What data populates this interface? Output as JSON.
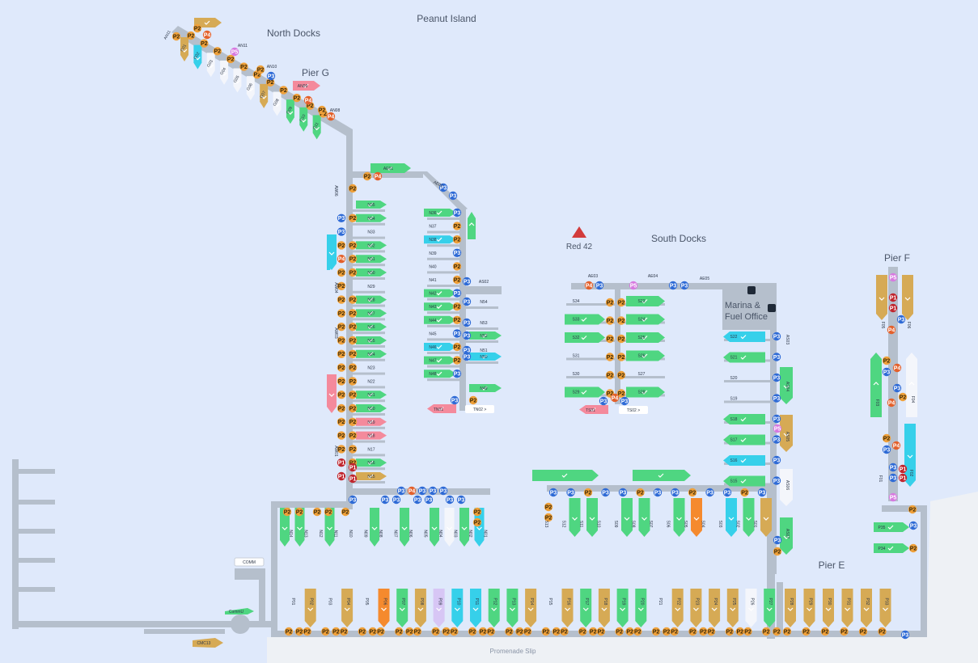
{
  "labels": {
    "peanut_island": "Peanut Island",
    "north_docks": "North Docks",
    "pier_g": "Pier G",
    "south_docks": "South Docks",
    "pier_f": "Pier F",
    "pier_e": "Pier E",
    "red42": "Red 42",
    "marina_office_line1": "Marina &",
    "marina_office_line2": "Fuel Office",
    "promenade": "Promenade Slip",
    "comm": "COMM",
    "commu": "CommU",
    "cmc": "CMC13"
  },
  "colors": {
    "water": "#dfe9fb",
    "dock": "#b5bfcc",
    "land": "#eef1f5",
    "green": "#4fd681",
    "cyan": "#36d0ea",
    "gold": "#d6aa55",
    "pink": "#f48a9c",
    "orange": "#f58a2e",
    "lavender": "#d7c6f5",
    "white": "#f4f6fb",
    "p1": "#c0262e",
    "p2": "#f0a13a",
    "p3": "#2f6bd6",
    "p4": "#e3602b",
    "p5": "#d77ae0"
  },
  "pier_dock_labels": {
    "north_left": [
      "N35",
      "N34",
      "N33",
      "N32",
      "N31",
      "N30",
      "N29",
      "N28",
      "N27",
      "N26",
      "N25",
      "N24",
      "N23",
      "N22",
      "N21",
      "N20",
      "N19",
      "N18",
      "N17",
      "N16",
      "N15"
    ],
    "north_right": [
      "N36",
      "N37",
      "N38",
      "N39",
      "N40",
      "N41",
      "N42",
      "N43",
      "N44",
      "N45",
      "N46",
      "N47",
      "N48"
    ],
    "north_right_far": [
      "AS02",
      "N54",
      "N53",
      "N52",
      "N51",
      "N50",
      "N49",
      "TN02"
    ],
    "south_left": [
      "S34",
      "S33",
      "S32",
      "S31",
      "S30",
      "S29"
    ],
    "south_right": [
      "S23",
      "S24",
      "S25",
      "S26",
      "S27",
      "S28"
    ],
    "south_far": [
      "S22",
      "S21",
      "S20",
      "S19",
      "S18",
      "S17",
      "S16",
      "S15"
    ],
    "pier_aw": [
      "AW06",
      "AW05",
      "AW04",
      "AW03",
      "AW02",
      "AW01"
    ],
    "pier_ae": [
      "AE01",
      "AE02",
      "AE03",
      "AE04",
      "AE05",
      "AS03",
      "AS04",
      "AS05",
      "AS06",
      "AS07"
    ],
    "pier_g": [
      "AN11",
      "AN10",
      "AN09",
      "AN08",
      "G01",
      "G02",
      "G03",
      "G04",
      "G05",
      "G06",
      "G07",
      "G08",
      "G09",
      "G10",
      "G11",
      "G12"
    ],
    "bottom_row": [
      "P01",
      "P02",
      "P03",
      "P04",
      "P05",
      "P06",
      "P07",
      "P08",
      "P09",
      "P10",
      "P11",
      "P12",
      "P13",
      "P14",
      "P15",
      "P16",
      "P17",
      "P18",
      "P19",
      "P20",
      "P21",
      "P22",
      "P23",
      "P24",
      "P25",
      "P26",
      "P27",
      "P28",
      "P29",
      "P30",
      "P31",
      "P32",
      "P33"
    ],
    "mid_row": [
      "N14",
      "N13",
      "N12",
      "N11",
      "N10",
      "N09",
      "N08",
      "N07",
      "N06",
      "N05",
      "N04",
      "N03",
      "N02",
      "N01"
    ],
    "s_row": [
      "S13",
      "S12",
      "S11",
      "S10",
      "S09",
      "S08",
      "S07",
      "S06",
      "S05",
      "S04",
      "S03",
      "S02",
      "S01"
    ],
    "pier_f": [
      "F01",
      "F02",
      "F03",
      "F04",
      "F05",
      "F06",
      "P34",
      "P35"
    ],
    "tn01": "TN01",
    "ts01": "TS01",
    "ts02": "TS02"
  },
  "badges": {
    "P1": "P1",
    "P2": "P2",
    "P3": "P3",
    "P4": "P4",
    "P5": "P5"
  }
}
